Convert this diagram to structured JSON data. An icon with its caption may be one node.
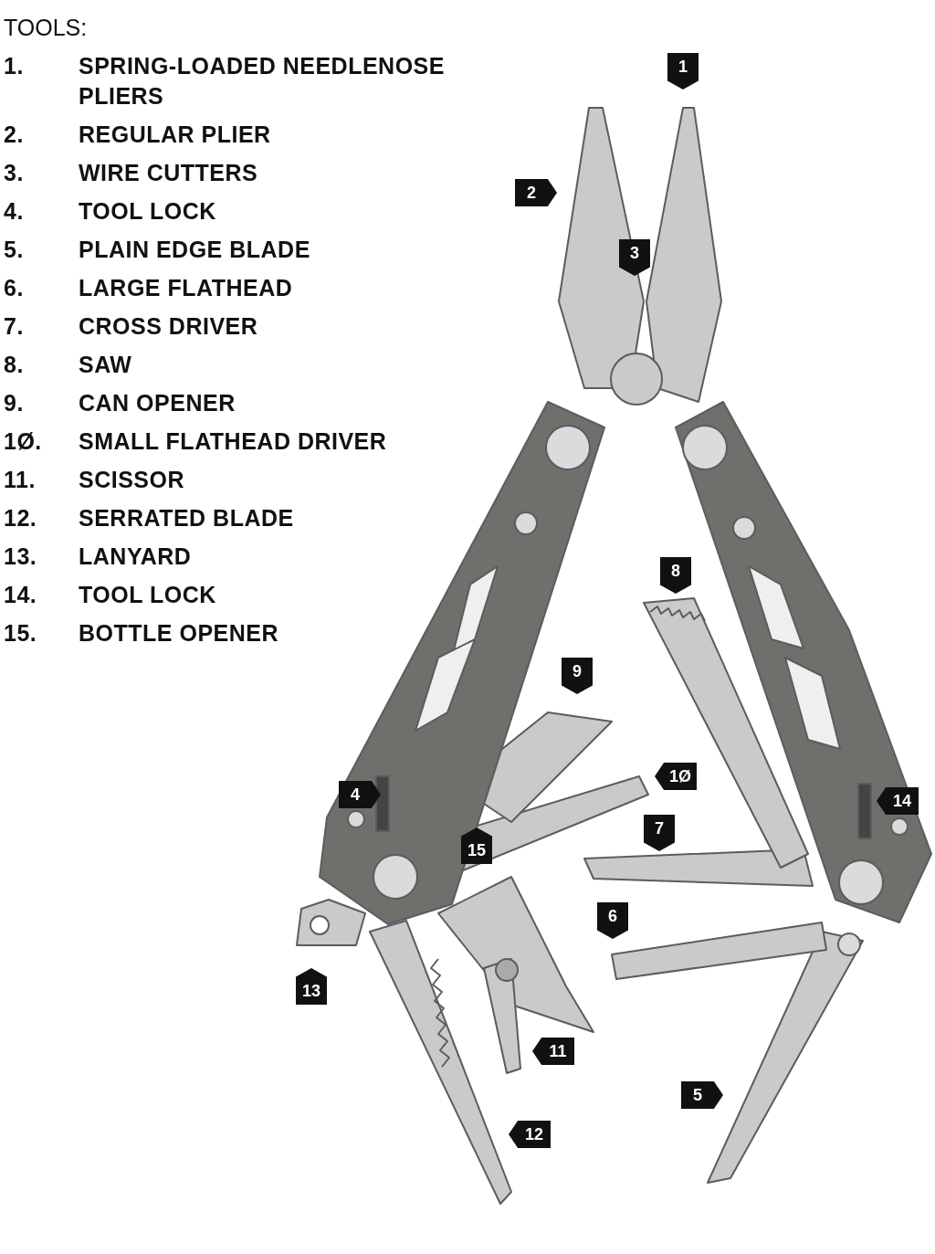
{
  "diagram": {
    "title": "TOOLS:",
    "labels": [
      "1.",
      "SPRING-LOADED NEEDLENOSE PLIERS",
      "2.",
      "REGULAR PLIER",
      "3.",
      "WIRE CUTTERS",
      "4.",
      "TOOL LOCK",
      "5.",
      "PLAIN EDGE BLADE",
      "6.",
      "LARGE FLATHEAD",
      "7.",
      "CROSS DRIVER",
      "8.",
      "SAW",
      "9.",
      "CAN OPENER",
      "1Ø.",
      "SMALL FLATHEAD DRIVER",
      "11.",
      "SCISSOR",
      "12.",
      "SERRATED BLADE",
      "13.",
      "LANYARD",
      "14.",
      "TOOL LOCK",
      "15.",
      "BOTTLE OPENER",
      "1",
      "2",
      "3",
      "8",
      "9",
      "1Ø",
      "4",
      "14",
      "7",
      "15",
      "6",
      "13",
      "11",
      "5",
      "12"
    ]
  }
}
